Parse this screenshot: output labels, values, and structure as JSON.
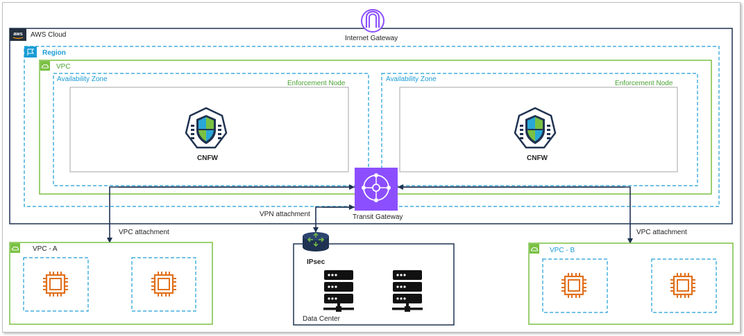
{
  "internet_gateway": {
    "label": "Internet Gateway"
  },
  "aws_cloud": {
    "label": "AWS Cloud"
  },
  "region": {
    "label": "Region"
  },
  "vpc": {
    "label": "VPC"
  },
  "availability_zones": [
    {
      "label": "Availability Zone",
      "node_label": "Enforcement Node",
      "firewall_label": "CNFW"
    },
    {
      "label": "Availability Zone",
      "node_label": "Enforcement Node",
      "firewall_label": "CNFW"
    }
  ],
  "transit_gateway": {
    "label": "Transit Gateway"
  },
  "vpn_attachment": {
    "label": "VPN attachment"
  },
  "vpc_attachment_left": {
    "label": "VPC attachment"
  },
  "vpc_attachment_right": {
    "label": "VPC attachment"
  },
  "vpc_a": {
    "label": "VPC - A"
  },
  "vpc_b": {
    "label": "VPC - B"
  },
  "data_center": {
    "label": "Data Center",
    "router_label": "IPsec"
  },
  "colors": {
    "navy": "#1f3251",
    "blue_dashed": "#1a9cd6",
    "green": "#7ac143",
    "purple": "#8c4fff",
    "orange": "#e0701c"
  }
}
